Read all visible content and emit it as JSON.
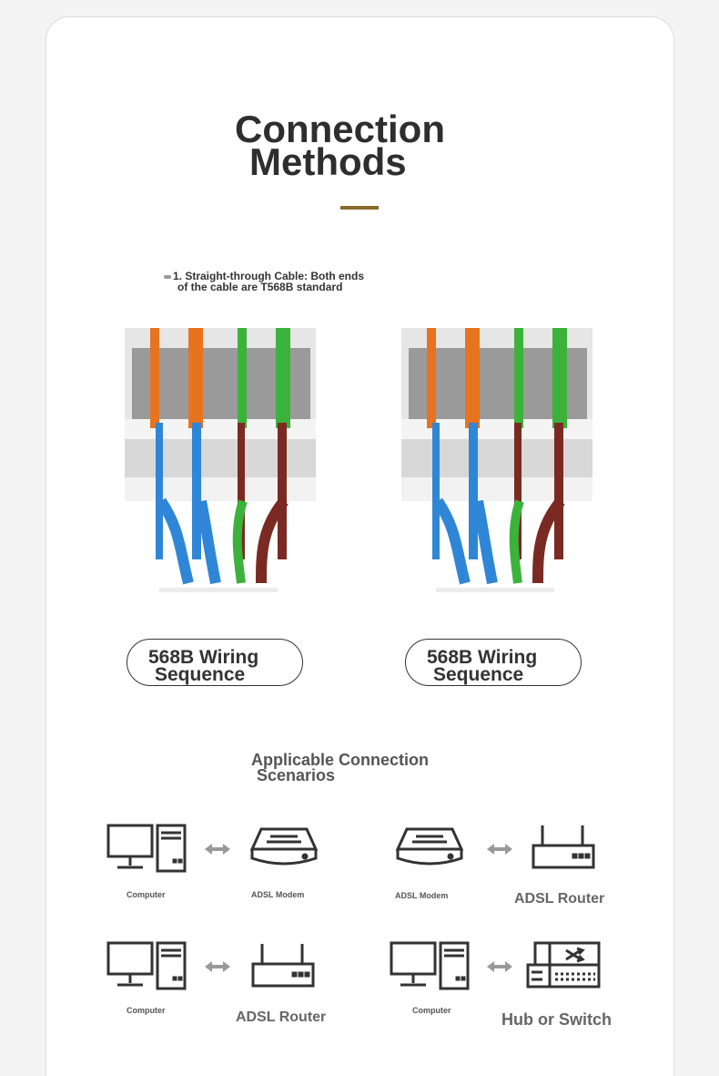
{
  "title": {
    "line1": "Connection",
    "line2": "Methods"
  },
  "note": {
    "line1": "1. Straight-through Cable: Both ends",
    "line2": "of the cable are T568B standard"
  },
  "plugs": [
    {
      "label_line1": "568B Wiring",
      "label_line2": "Sequence"
    },
    {
      "label_line1": "568B Wiring",
      "label_line2": "Sequence"
    }
  ],
  "scenarios": {
    "title_line1": "Applicable Connection",
    "title_line2": "Scenarios",
    "pairs": [
      {
        "left_label": "Computer",
        "left_icon": "computer-icon",
        "right_label": "ADSL Modem",
        "right_icon": "modem-icon"
      },
      {
        "left_label": "ADSL Modem",
        "left_icon": "modem-icon",
        "right_label": "ADSL Router",
        "right_icon": "router-icon"
      },
      {
        "left_label": "Computer",
        "left_icon": "computer-icon",
        "right_label": "ADSL Router",
        "right_icon": "router-icon"
      },
      {
        "left_label": "Computer",
        "left_icon": "computer-icon",
        "right_label": "Hub or Switch",
        "right_icon": "switch-icon"
      }
    ]
  },
  "colors": {
    "accent_rule": "#8a6a2c",
    "orange_wire": "#e8731e",
    "green_wire": "#3bb33b",
    "blue_wire": "#2f86d6",
    "brown_wire": "#7a2a22"
  }
}
